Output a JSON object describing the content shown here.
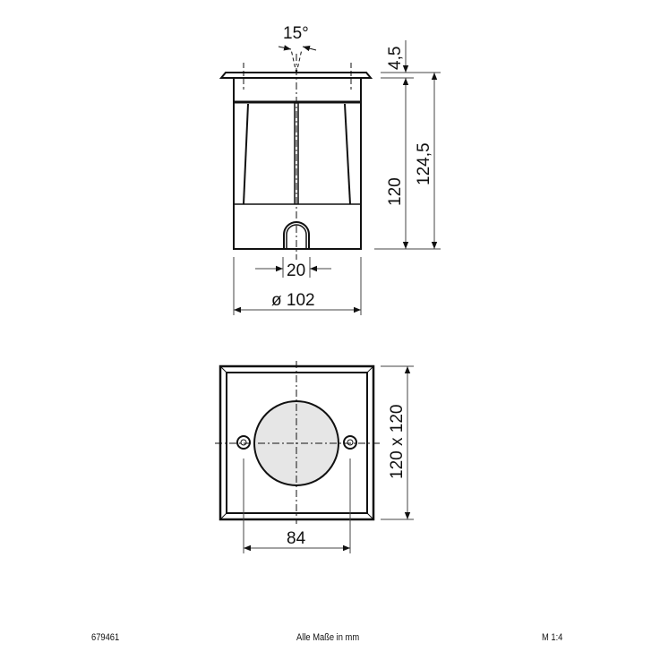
{
  "drawing": {
    "side_view": {
      "angle_label": "15°",
      "dim_flange_height": "4,5",
      "dim_body_height": "120",
      "dim_total_height": "124,5",
      "dim_slot_width": "20",
      "dim_diameter": "ø 102"
    },
    "top_view": {
      "dim_size": "120 x 120",
      "dim_screw_spacing": "84"
    }
  },
  "footer": {
    "article_number": "679461",
    "units_note": "Alle Maße in mm",
    "scale": "M 1:4"
  },
  "colors": {
    "line": "#111111",
    "dim_line": "#555555",
    "lens_fill": "#e6e6e6"
  }
}
